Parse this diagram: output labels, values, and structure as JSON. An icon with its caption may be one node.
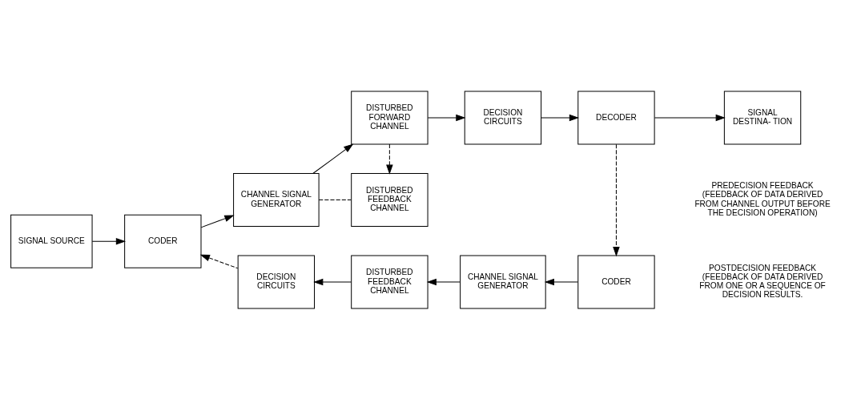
{
  "diagram": {
    "nodes": [
      {
        "text": [
          "DISTURBED FEEDBACK CHANNEL"
        ]
      },
      {
        "text": [
          "SIGNAL SOURCE"
        ]
      },
      {
        "text": [
          "CODER"
        ]
      },
      {
        "text": [
          "CHANNEL SIGNAL GENERATOR"
        ]
      },
      {
        "text": [
          "DISTURBED FORWARD CHANNEL"
        ]
      },
      {
        "text": [
          "DECISION CIRCUITS"
        ]
      },
      {
        "text": [
          "DECODER"
        ]
      },
      {
        "text": [
          "SIGNAL DESTINA- TION"
        ]
      },
      {
        "text": [
          "DECISION CIRCUITS"
        ]
      },
      {
        "text": [
          "DISTURBED FEEDBACK CHANNEL"
        ]
      },
      {
        "text": [
          "CHANNEL SIGNAL GENERATOR"
        ]
      },
      {
        "text": [
          "CODER"
        ]
      }
    ],
    "edges": [
      {
        "from": 1,
        "to": 2,
        "arrow": "to"
      },
      {
        "from": 2,
        "to": 3,
        "arrow": "to"
      },
      {
        "from": 3,
        "to": 4,
        "arrow": "to"
      },
      {
        "from": 4,
        "to": 5,
        "arrow": "to"
      },
      {
        "from": 4,
        "to": 0,
        "arrow": "to",
        "style": "dashed"
      },
      {
        "from": 0,
        "to": 3,
        "arrow": "none",
        "style": "dashed"
      },
      {
        "from": 5,
        "to": 6,
        "arrow": "to"
      },
      {
        "from": 6,
        "to": 7,
        "arrow": "to"
      },
      {
        "from": 6,
        "to": 11,
        "arrow": "to",
        "style": "dashed"
      },
      {
        "from": 11,
        "to": 10,
        "arrow": "to"
      },
      {
        "from": 10,
        "to": 9,
        "arrow": "to"
      },
      {
        "from": 9,
        "to": 8,
        "arrow": "to"
      },
      {
        "from": 8,
        "to": 2,
        "arrow": "to",
        "style": "dashed"
      }
    ],
    "labels": [
      "PREDECISION FEEDBACK (FEEDBACK OF DATA DERIVED FROM CHANNEL OUTPUT BEFORE THE DECISION OPERATION)",
      "POSTDECISION FEEDBACK (FEEDBACK OF DATA DERIVED FROM ONE OR A SEQUENCE OF DECISION RESULTS."
    ]
  }
}
